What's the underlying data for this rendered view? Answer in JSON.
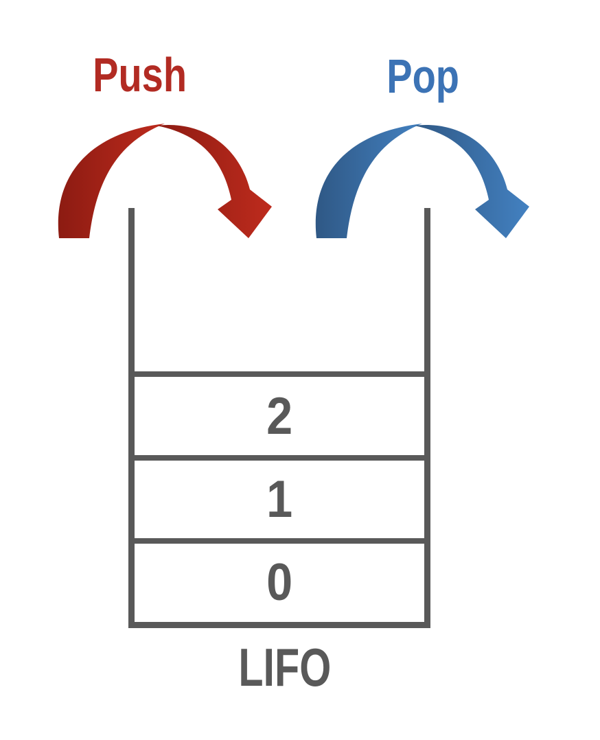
{
  "diagram": {
    "push_label": "Push",
    "pop_label": "Pop",
    "lifo_label": "LIFO",
    "stack_cells": [
      "2",
      "1",
      "0"
    ],
    "colors": {
      "push": "#B22B23",
      "pop": "#3C73B5",
      "gray": "#595959",
      "push_arrow_dark": "#8C1B12",
      "push_arrow_light": "#BE2B1D",
      "pop_arrow_dark": "#2F5885",
      "pop_arrow_light": "#4381C1",
      "background": "#FFFFFF"
    }
  }
}
